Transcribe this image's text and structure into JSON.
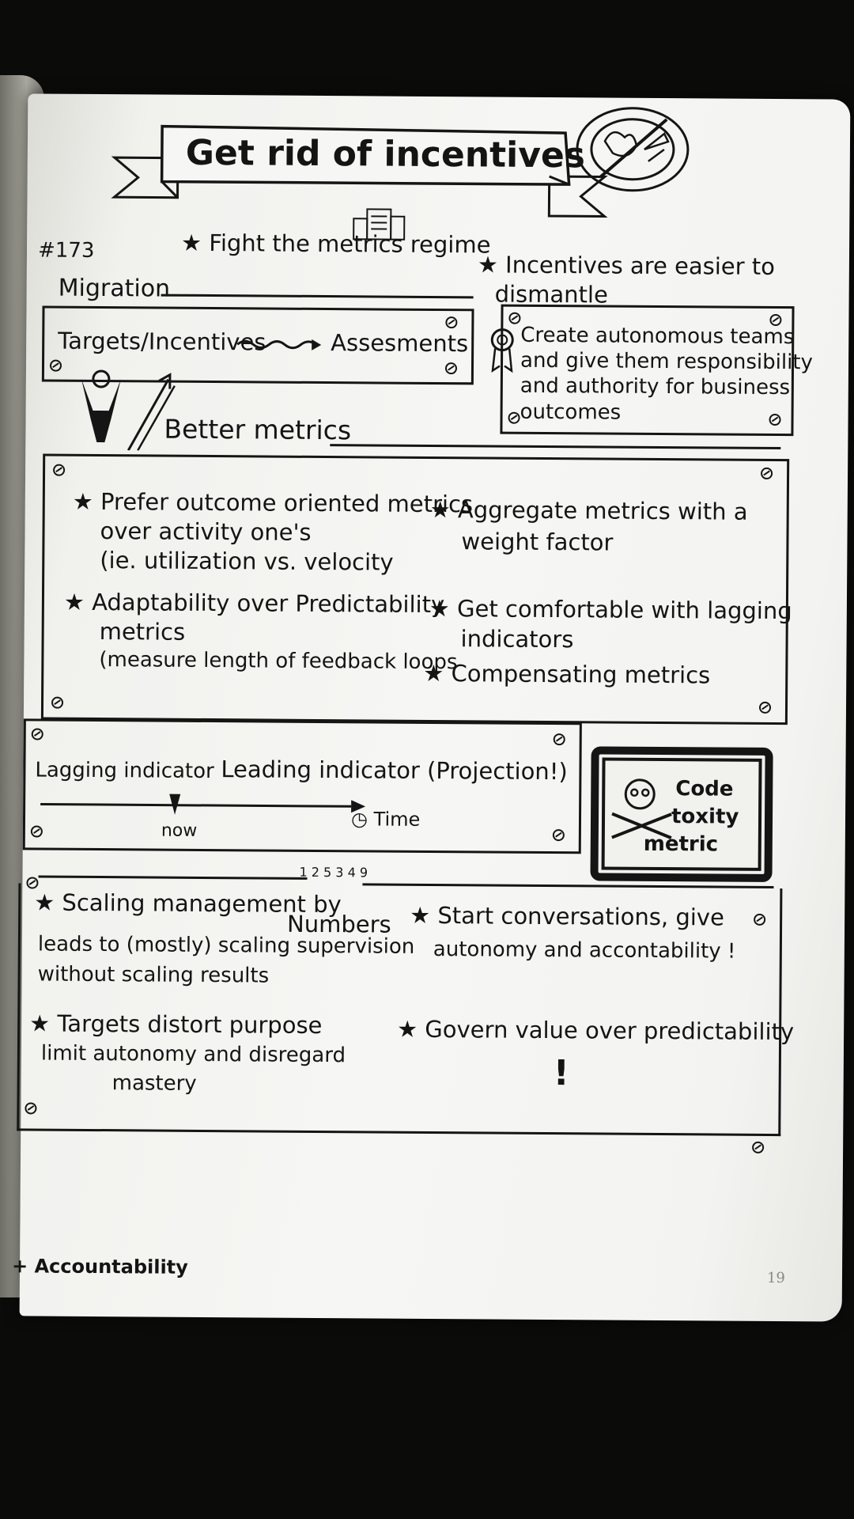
{
  "header": {
    "title": "Get rid of incentives",
    "tag": "#173",
    "fight": "Fight the metrics regime",
    "easier_line1": "Incentives are easier to",
    "easier_line2": "dismantle"
  },
  "migration": {
    "heading": "Migration",
    "from": "Targets/Incentives",
    "to": "Assesments"
  },
  "teams": {
    "line1": "Create autonomous teams",
    "line2": "and give them responsibility",
    "line3": "and authority for business",
    "line4": "outcomes"
  },
  "better_metrics": {
    "heading": "Better metrics",
    "left": [
      [
        "Prefer outcome oriented metrics",
        "over activity one's",
        "(ie. utilization vs. velocity"
      ],
      [
        "Adaptability over Predictability",
        "metrics",
        "(measure length of feedback loops"
      ]
    ],
    "right": [
      [
        "Aggregate metrics with a",
        "weight factor"
      ],
      [
        "Get comfortable with lagging",
        "indicators"
      ],
      [
        "Compensating metrics"
      ]
    ]
  },
  "indicators": {
    "lagging": "Lagging indicator",
    "leading": "Leading indicator (Projection!)",
    "now": "now",
    "time": "Time"
  },
  "toxicity": {
    "line1": "Code",
    "line2": "toxity",
    "line3": "metric"
  },
  "scaling": {
    "numbers_label": "Numbers",
    "numbers_digits": "1 2 5 3 4 9",
    "left": [
      [
        "Scaling management by",
        "leads to (mostly) scaling supervision",
        "without scaling results"
      ],
      [
        "Targets distort purpose",
        "limit autonomy and disregard",
        "mastery"
      ]
    ],
    "right": [
      [
        "Start conversations, give",
        "autonomy and accontability !"
      ],
      [
        "Govern value over predictability"
      ]
    ],
    "exclaim": "!"
  },
  "footer": {
    "note": "+ Accountability",
    "page_number": "19"
  }
}
